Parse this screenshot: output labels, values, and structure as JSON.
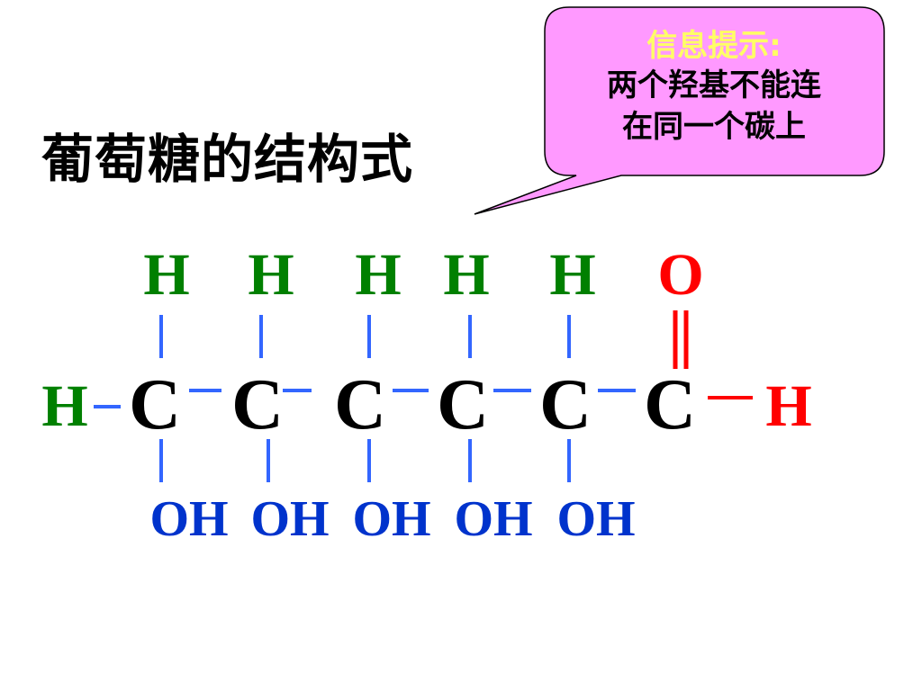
{
  "title": "葡萄糖的结构式",
  "callout": {
    "heading": "信息提示:",
    "line1": "两个羟基不能连",
    "line2": "在同一个碳上"
  },
  "molecule": {
    "top_h": "H",
    "carbonyl_o": "O",
    "left_h": "H",
    "carbon": "C",
    "aldehyde_h": "H",
    "hydroxyl": "OH"
  },
  "colors": {
    "hydrogen": "#008000",
    "oxygen": "#ff0000",
    "carbon": "#000000",
    "hydroxyl": "#0033cc",
    "bond": "#3366ff",
    "callout_fill": "#ff99ff",
    "callout_heading": "#ffff66"
  }
}
